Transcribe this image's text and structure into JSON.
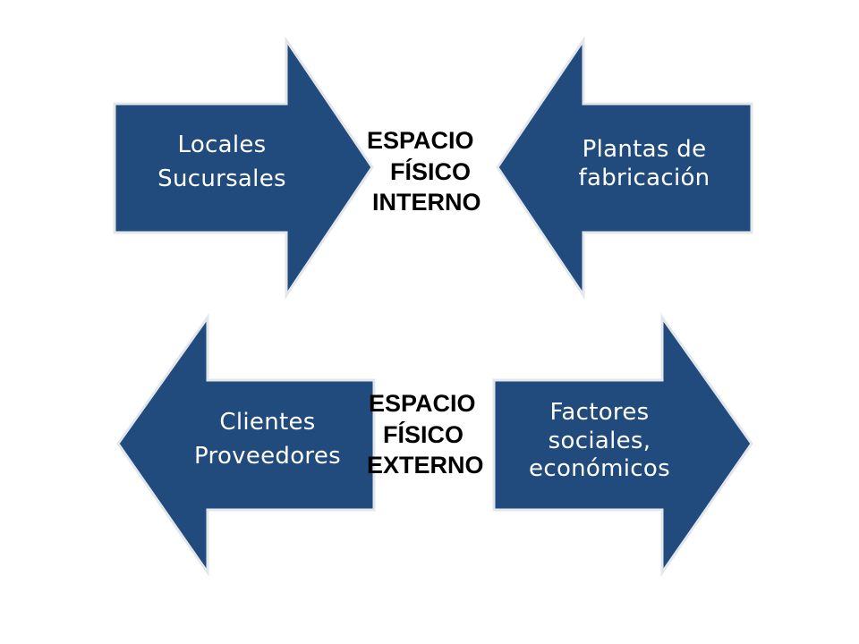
{
  "colors": {
    "arrow_fill": "#224b7d",
    "arrow_edge": "#e3e6ea",
    "center_text": "#000000",
    "arrow_text": "#ffffff"
  },
  "arrows": {
    "top_left": {
      "direction": "right",
      "lines": [
        "Locales",
        "Sucursales"
      ]
    },
    "top_right": {
      "direction": "left",
      "lines": [
        "Plantas de",
        "fabricación"
      ]
    },
    "bottom_left": {
      "direction": "left",
      "lines": [
        "Clientes",
        "Proveedores"
      ]
    },
    "bottom_right": {
      "direction": "right",
      "lines": [
        "Factores",
        "sociales,",
        "económicos"
      ]
    }
  },
  "center": {
    "top": {
      "lines": [
        "ESPACIO",
        "FÍSICO",
        "INTERNO"
      ]
    },
    "bottom": {
      "lines": [
        "ESPACIO",
        "FÍSICO",
        "EXTERNO"
      ]
    }
  }
}
